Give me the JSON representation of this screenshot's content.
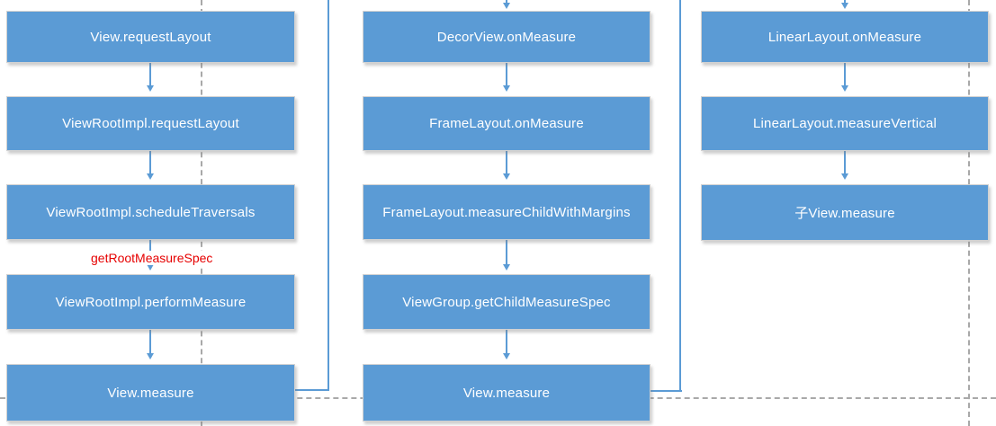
{
  "diagram": {
    "columns": [
      {
        "boxes": [
          {
            "label": "View.requestLayout"
          },
          {
            "label": "ViewRootImpl.requestLayout"
          },
          {
            "label": "ViewRootImpl.scheduleTraversals"
          },
          {
            "label": "ViewRootImpl.performMeasure"
          },
          {
            "label": "View.measure"
          }
        ]
      },
      {
        "boxes": [
          {
            "label": "DecorView.onMeasure"
          },
          {
            "label": "FrameLayout.onMeasure"
          },
          {
            "label": "FrameLayout.measureChildWithMargins"
          },
          {
            "label": "ViewGroup.getChildMeasureSpec"
          },
          {
            "label": "View.measure"
          }
        ]
      },
      {
        "boxes": [
          {
            "label": "LinearLayout.onMeasure"
          },
          {
            "label": "LinearLayout.measureVertical"
          },
          {
            "label": "子View.measure"
          }
        ]
      }
    ],
    "annotation": {
      "label": "getRootMeasureSpec"
    },
    "colors": {
      "node_fill": "#5b9bd5",
      "node_text": "#ffffff",
      "arrow": "#5b9bd5",
      "dashed_line": "#a9a9a9",
      "annotation_text": "#e60000"
    }
  }
}
